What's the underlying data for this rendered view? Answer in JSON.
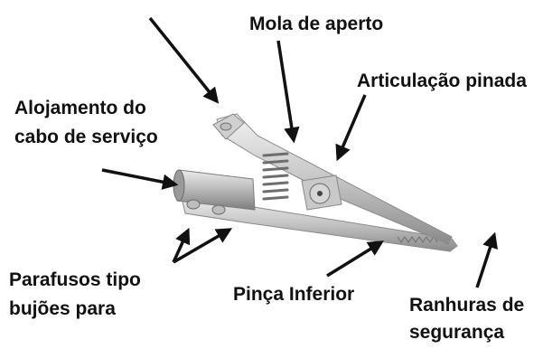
{
  "labels": {
    "mola_de_aperto": "Mola de aperto",
    "articulacao_pinada": "Articulação pinada",
    "alojamento_line1": "Alojamento do",
    "alojamento_line2": "cabo de serviço",
    "parafusos_line1": "Parafusos tipo",
    "parafusos_line2": "bujões para",
    "pinca_inferior": "Pinça Inferior",
    "ranhuras_line1": "Ranhuras de",
    "ranhuras_line2": "segurança"
  },
  "colors": {
    "arrow": "#111111",
    "metal_light": "#e4e4e4",
    "metal_mid": "#b9b9b9",
    "metal_dark": "#7a7a7a",
    "text": "#111111"
  }
}
